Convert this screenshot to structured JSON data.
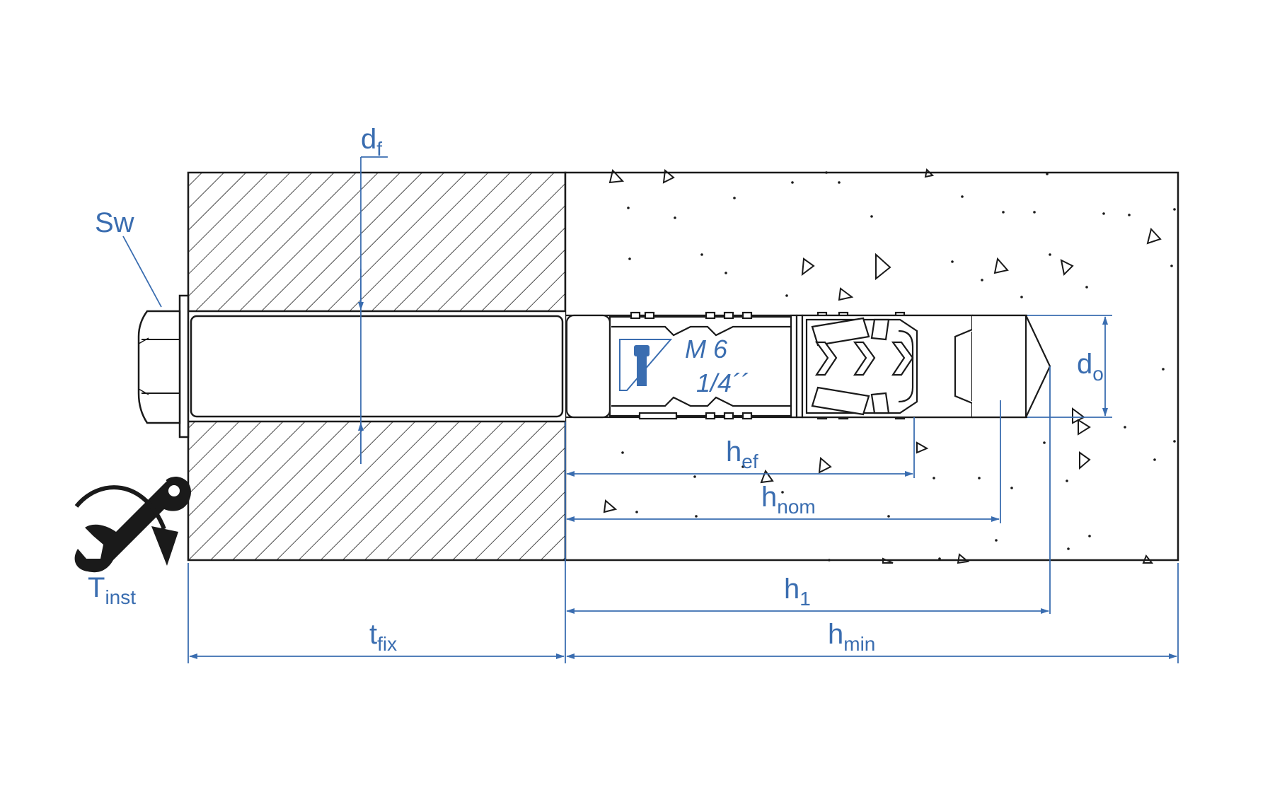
{
  "colors": {
    "line": "#1a1a1a",
    "dimension": "#3a6db0",
    "background": "#ffffff"
  },
  "labels": {
    "sw": "Sw",
    "df_main": "d",
    "df_sub": "f",
    "do_main": "d",
    "do_sub": "o",
    "hef_main": "h",
    "hef_sub": "ef",
    "hnom_main": "h",
    "hnom_sub": "nom",
    "h1_main": "h",
    "h1_sub": "1",
    "hmin_main": "h",
    "hmin_sub": "min",
    "tfix_main": "t",
    "tfix_sub": "fix",
    "tinst_main": "T",
    "tinst_sub": "inst"
  },
  "anchor_marking": {
    "size": "M 6",
    "imperial": "1/4´´"
  },
  "icons": {
    "wrench": "wrench-icon",
    "rotation_arrow": "rotation-arrow-icon",
    "bolt": "bolt-icon"
  }
}
